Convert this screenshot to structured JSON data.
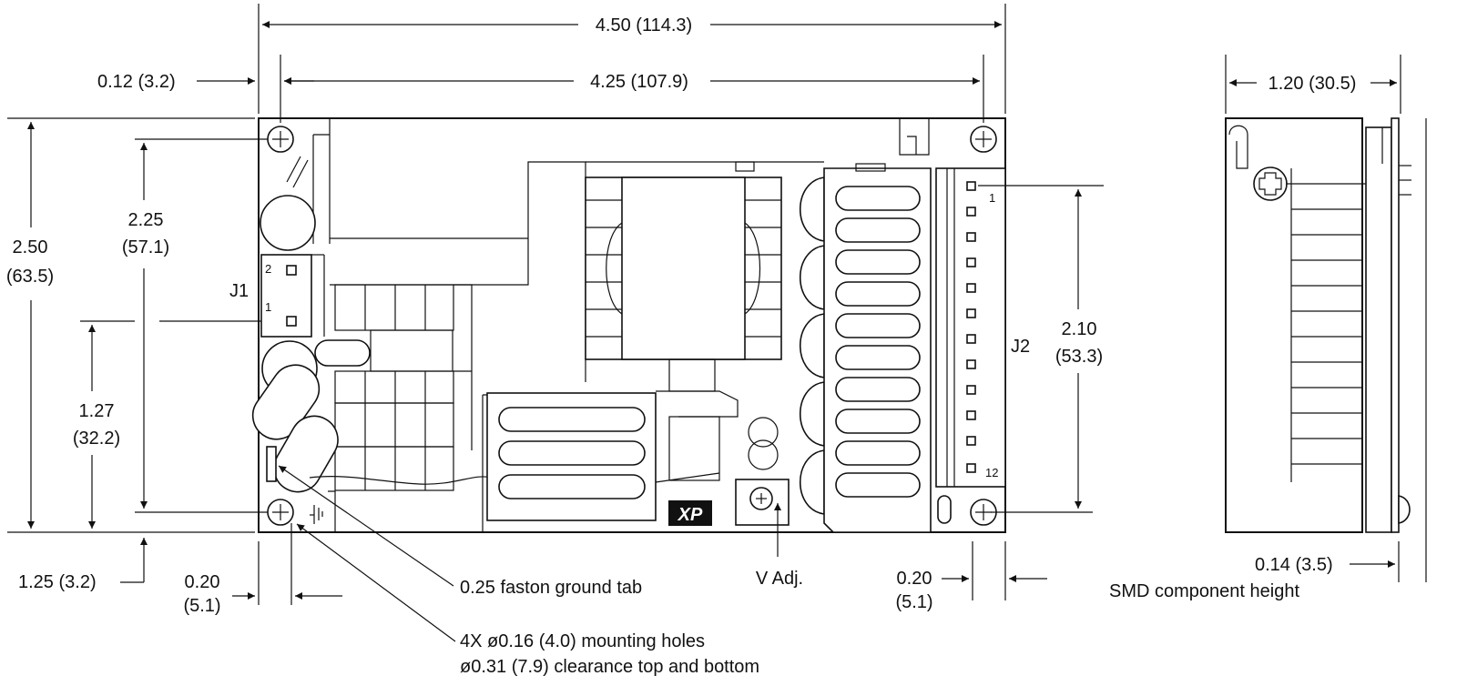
{
  "dimensions": {
    "overall_length": "4.50 (114.3)",
    "hole_spacing_length": "4.25 (107.9)",
    "hole_offset_left": "0.12 (3.2)",
    "overall_width": "1.20 (30.5)",
    "overall_height_in": "2.50",
    "overall_height_mm": "(63.5)",
    "j1_to_top_in": "2.25",
    "j1_to_top_mm": "(57.1)",
    "j1_pin1_in": "1.27",
    "j1_pin1_mm": "(32.2)",
    "j2_span_in": "2.10",
    "j2_span_mm": "(53.3)",
    "bottom_offset": "1.25 (3.2)",
    "left_edge_in": "0.20",
    "left_edge_mm": "(5.1)",
    "right_edge_in": "0.20",
    "right_edge_mm": "(5.1)",
    "smd_height": "0.14 (3.5)"
  },
  "labels": {
    "j1": "J1",
    "j2": "J2",
    "j1_pin2": "2",
    "j1_pin1": "1",
    "j2_pin1": "1",
    "j2_pin12": "12",
    "logo": "XP",
    "v_adj": "V Adj.",
    "ground_tab": "0.25 faston ground tab",
    "mounting_holes": "4X ø0.16 (4.0) mounting holes",
    "clearance": "ø0.31 (7.9) clearance top and bottom",
    "smd_note": "SMD component height"
  }
}
